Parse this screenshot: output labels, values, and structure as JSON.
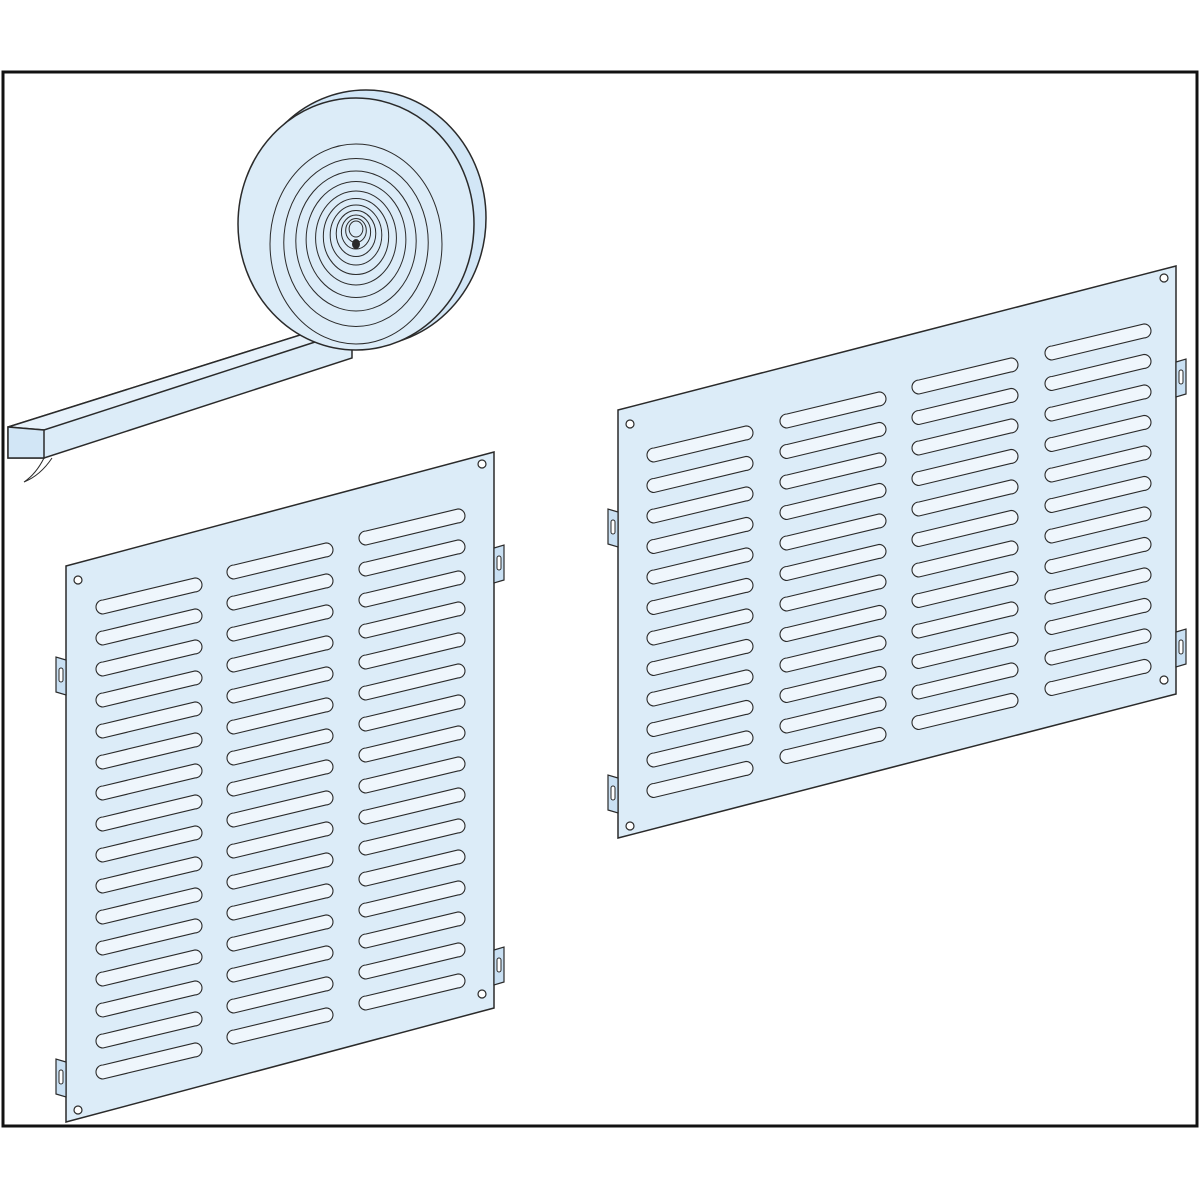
{
  "figure": {
    "background": "#ffffff",
    "frame_color": "#111111",
    "fill_color": "#dcecf8",
    "fill_color_dark": "#c9e0f3",
    "line_color": "#2a2a2a",
    "objects": [
      {
        "name": "adhesive-foam-tape-roll"
      },
      {
        "name": "louvered-panel-vertical",
        "slot_columns": 3,
        "slots_per_column": 16
      },
      {
        "name": "louvered-panel-horizontal",
        "slot_columns": 4,
        "slots_per_column": 12
      }
    ]
  }
}
